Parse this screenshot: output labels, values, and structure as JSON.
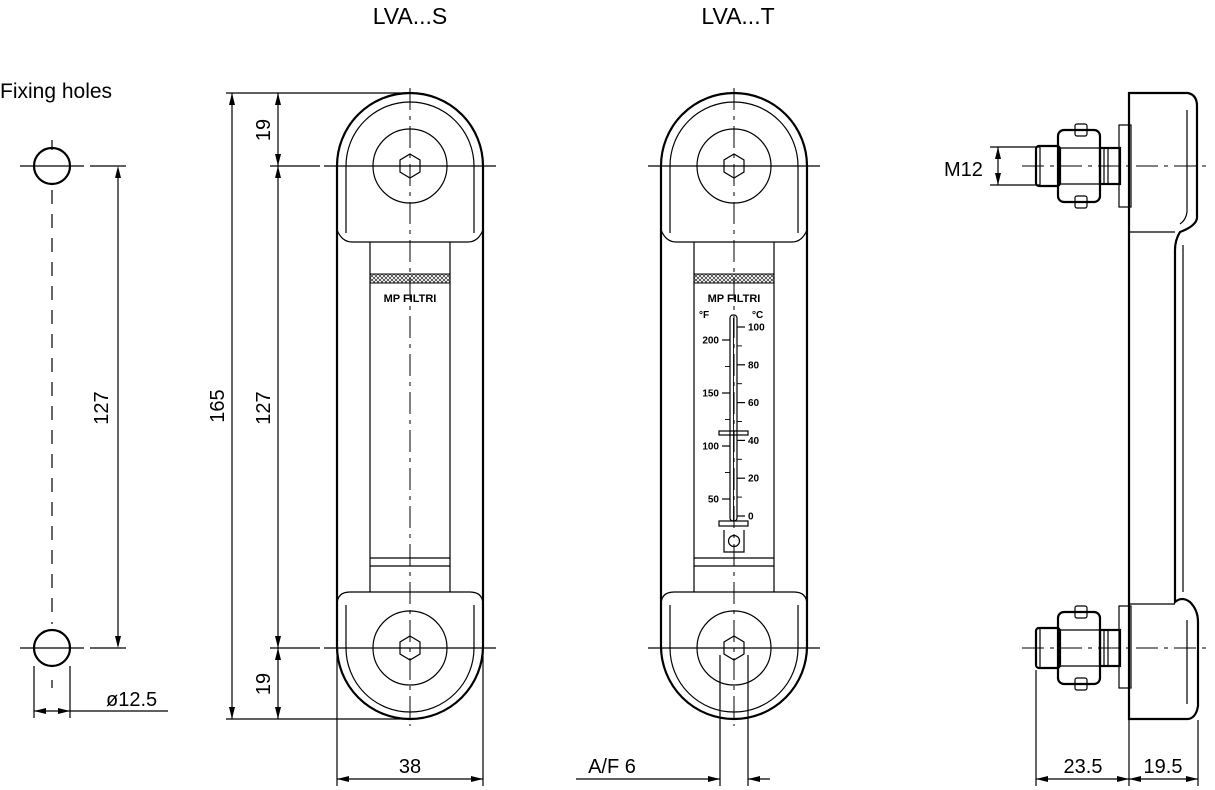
{
  "titles": {
    "lva_s": "LVA...S",
    "lva_t": "LVA...T",
    "fixing_holes": "Fixing holes"
  },
  "dimensions": {
    "hole_spacing": "127",
    "hole_diameter": "ø12.5",
    "total_length": "165",
    "end_top": "19",
    "center_spacing": "127",
    "end_bottom": "19",
    "width": "38",
    "af": "A/F 6",
    "thread": "M12",
    "side_a": "23.5",
    "side_b": "19.5"
  },
  "brand": "MP FILTRI",
  "thermometer": {
    "unit_f": "°F",
    "unit_c": "°C",
    "f_ticks": [
      "200",
      "150",
      "100",
      "50"
    ],
    "c_ticks": [
      "100",
      "80",
      "60",
      "40",
      "20",
      "0"
    ]
  }
}
